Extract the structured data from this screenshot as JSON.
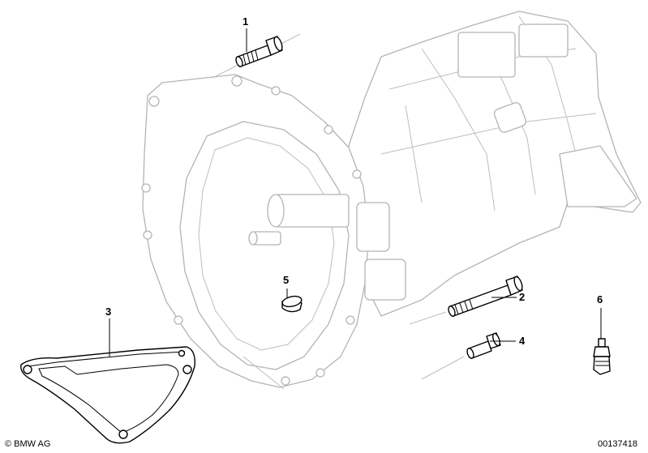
{
  "callouts": [
    {
      "id": "1",
      "label": "1"
    },
    {
      "id": "2",
      "label": "2"
    },
    {
      "id": "3",
      "label": "3"
    },
    {
      "id": "4",
      "label": "4"
    },
    {
      "id": "5",
      "label": "5"
    },
    {
      "id": "6",
      "label": "6"
    }
  ],
  "footer": {
    "copyright": "© BMW AG",
    "diagram_number": "00137418"
  },
  "colors": {
    "housing_outline": "#b4b4b4",
    "part_outline": "#000000",
    "background": "#ffffff"
  }
}
